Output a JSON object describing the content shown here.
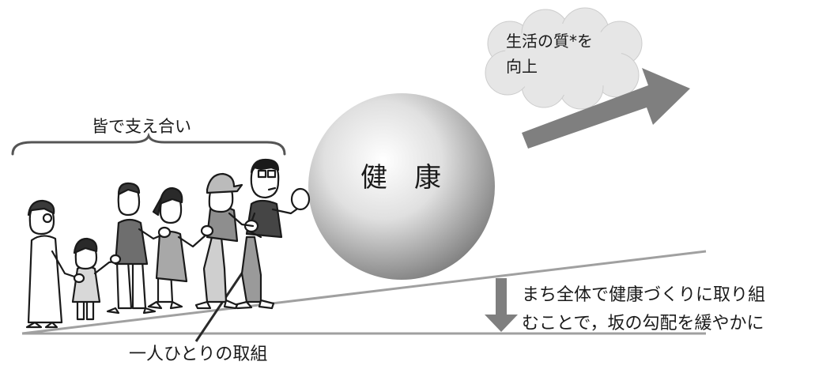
{
  "labels": {
    "support": "皆で支え合い",
    "cloud_line1": "生活の質*を",
    "cloud_line2": "向上",
    "health": "健　康",
    "slope_line1": "まち全体で健康づくりに取り組",
    "slope_line2": "むことで，坂の勾配を緩やかに",
    "individual": "一人ひとりの取組"
  },
  "colors": {
    "ball_light": "#ffffff",
    "ball_dark": "#7a7a7a",
    "arrow": "#7f7f7f",
    "cloud": "#e6e6e6",
    "lines": "#9a9a9a"
  }
}
